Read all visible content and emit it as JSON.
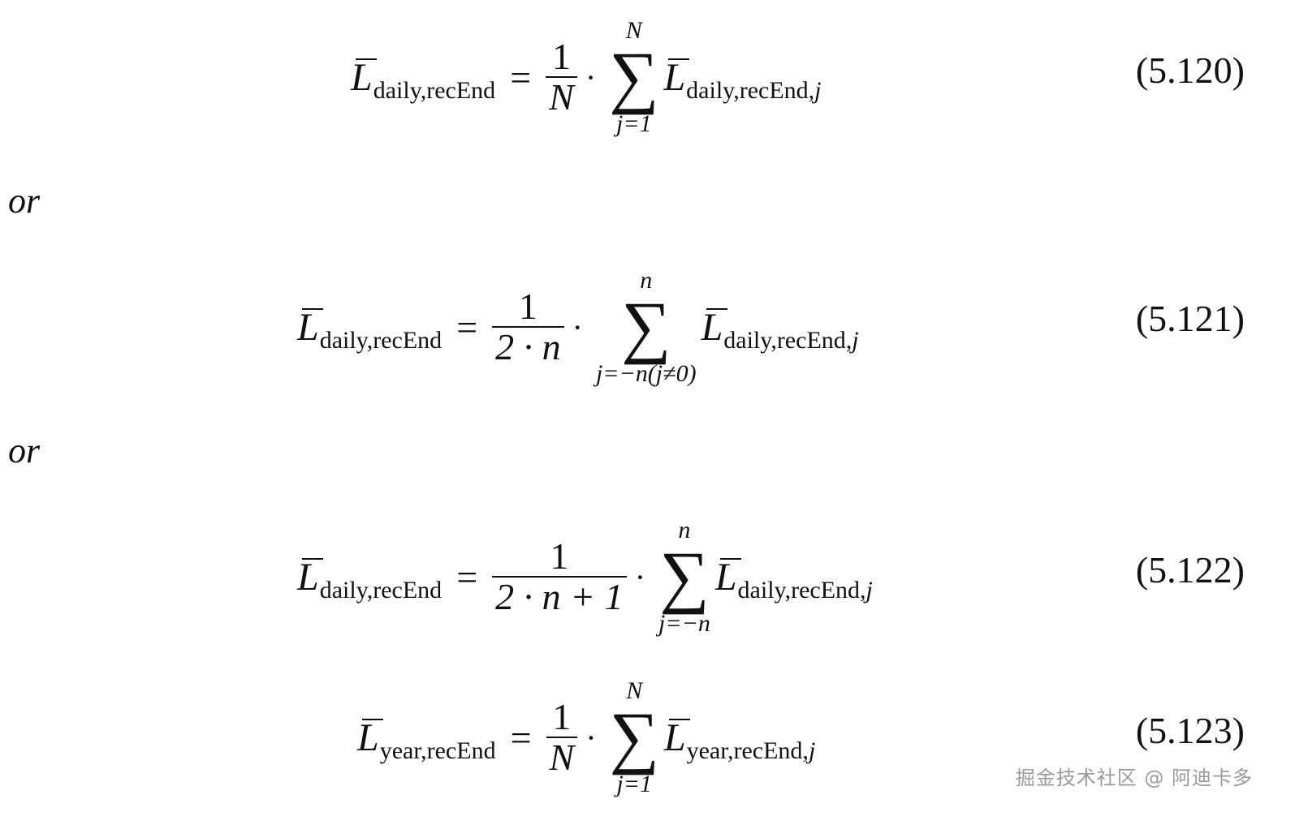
{
  "equations": [
    {
      "lhs_sub": "daily,recEnd",
      "frac_num": "1",
      "frac_den": "N",
      "sum_upper": "N",
      "sum_lower": "j=1",
      "rhs_sub": "daily,recEnd,",
      "rhs_sub_idx": "j",
      "number": "(5.120)"
    },
    {
      "lhs_sub": "daily,recEnd",
      "frac_num": "1",
      "frac_den": "2 · n",
      "sum_upper": "n",
      "sum_lower": "j=−n(j≠0)",
      "rhs_sub": "daily,recEnd,",
      "rhs_sub_idx": "j",
      "number": "(5.121)"
    },
    {
      "lhs_sub": "daily,recEnd",
      "frac_num": "1",
      "frac_den": "2 · n + 1",
      "sum_upper": "n",
      "sum_lower": "j=−n",
      "rhs_sub": "daily,recEnd,",
      "rhs_sub_idx": "j",
      "number": "(5.122)"
    },
    {
      "lhs_sub": "year,recEnd",
      "frac_num": "1",
      "frac_den": "N",
      "sum_upper": "N",
      "sum_lower": "j=1",
      "rhs_sub": "year,recEnd,",
      "rhs_sub_idx": "j",
      "number": "(5.123)"
    }
  ],
  "symbols": {
    "L": "L",
    "equals": "=",
    "cdot": "·",
    "sigma": "∑"
  },
  "connectors": [
    "or",
    "or"
  ],
  "watermark": "掘金技术社区 @ 阿迪卡多"
}
